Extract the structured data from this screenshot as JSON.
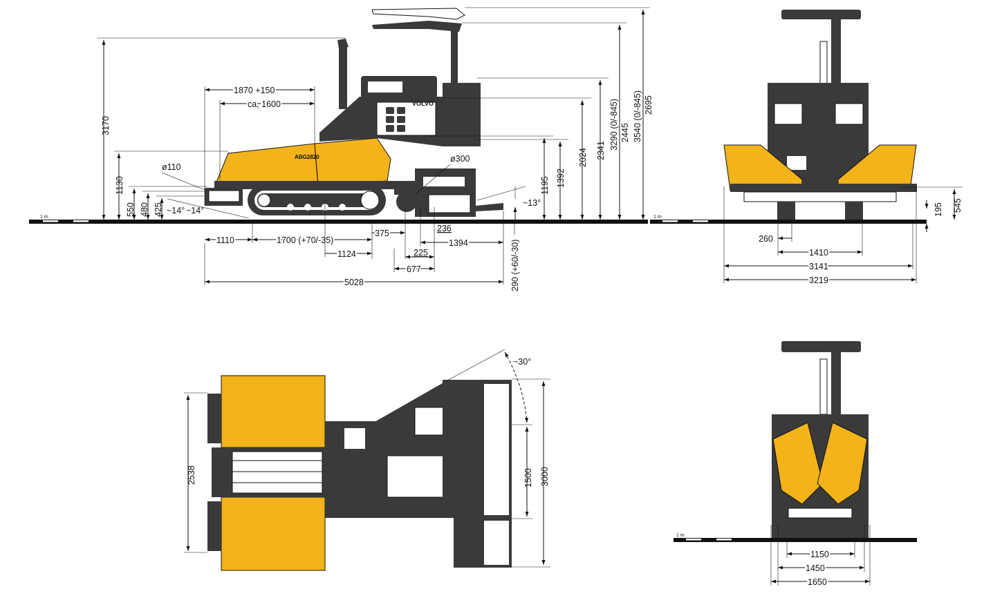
{
  "colors": {
    "yellow": "#f2b31b",
    "dark": "#3a3a3a",
    "line": "#111111",
    "white": "#ffffff"
  },
  "side_view": {
    "brand_text": "VOLVO",
    "model_text": "ABG2820",
    "scale_label": "1 m",
    "horizontal_dims": {
      "top_1": "1870 +150",
      "top_2": "ca, 1600",
      "d1110": "1110",
      "d1700": "1700 (+70/-35)",
      "d375": "375",
      "d1124": "1124",
      "d225": "225",
      "d677": "677",
      "d236": "236",
      "d1394": "1394",
      "d5028": "5028",
      "d290": "290 (+60/-30)"
    },
    "vertical_dims": {
      "h3170": "3170",
      "h1130": "1130",
      "h550": "550",
      "h480": "480",
      "h425": "425",
      "h1195": "1195",
      "h1392": "1392",
      "h2024": "2024",
      "h2341": "2341",
      "h3290": "3290 (0/-845)",
      "h2445": "2445",
      "h3540": "3540 (0/-845)",
      "h2695": "2695"
    },
    "angles": {
      "a14_left": "~14°",
      "a14_right": "~14°",
      "a13": "~13°"
    },
    "diameters": {
      "d110": "ø110",
      "d300": "ø300"
    }
  },
  "rear_view": {
    "scale_label": "1 m",
    "dims": {
      "d260": "260",
      "d1410": "1410",
      "d3141": "3141",
      "d3219": "3219",
      "h195": "195",
      "h545": "545"
    }
  },
  "top_view": {
    "dims": {
      "d2538": "2538",
      "d1500": "1500",
      "d3000": "3000",
      "a30": "~30°"
    }
  },
  "front_view": {
    "scale_label": "1 m",
    "dims": {
      "d1150": "1150",
      "d1450": "1450",
      "d1650": "1650"
    }
  }
}
